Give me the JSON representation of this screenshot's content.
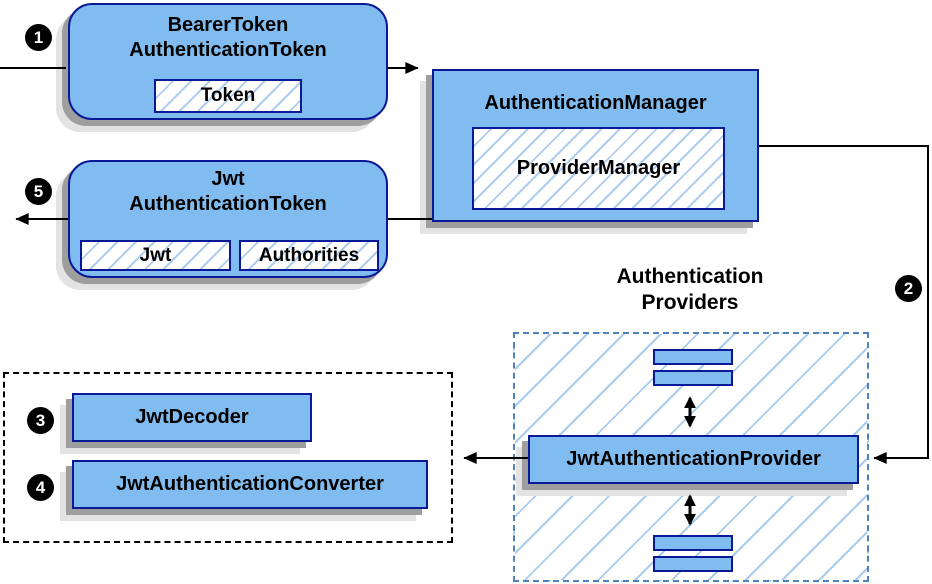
{
  "badges": {
    "step1": "1",
    "step2": "2",
    "step3": "3",
    "step4": "4",
    "step5": "5"
  },
  "nodes": {
    "bearer_token": {
      "line1": "BearerToken",
      "line2": "AuthenticationToken",
      "token": "Token"
    },
    "auth_manager": {
      "title": "AuthenticationManager",
      "provider_manager": "ProviderManager"
    },
    "jwt_token": {
      "line1": "Jwt",
      "line2": "AuthenticationToken",
      "jwt": "Jwt",
      "authorities": "Authorities"
    },
    "providers_group": {
      "line1": "Authentication",
      "line2": "Providers"
    },
    "jwt_provider": "JwtAuthenticationProvider",
    "jwt_decoder": "JwtDecoder",
    "jwt_converter": "JwtAuthenticationConverter"
  },
  "colors": {
    "node_fill": "#80BCF0",
    "node_border": "#0A1A96",
    "hatch_line": "#AECDEF",
    "dashed_blue_border": "#4F81BD",
    "dashed_black_border": "#000000",
    "shadow_dark": "#9E9E9E",
    "shadow_light": "#E3E3E3",
    "connector": "#000000",
    "badge_background": "#000000",
    "badge_text": "#FFFFFF"
  }
}
